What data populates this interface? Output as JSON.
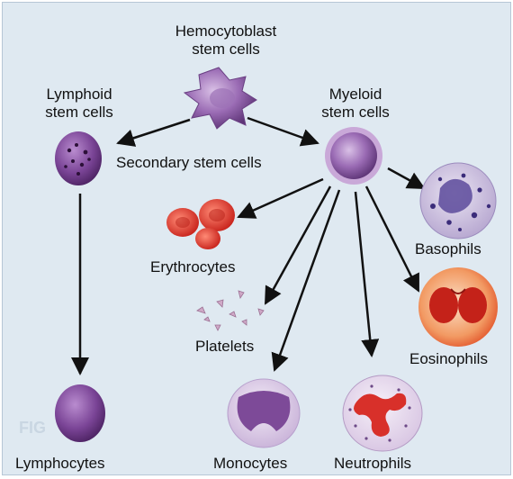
{
  "labels": {
    "hemocytoblast": "Hemocytoblast\nstem cells",
    "lymphoid": "Lymphoid\nstem cells",
    "myeloid": "Myeloid\nstem cells",
    "secondary": "Secondary stem cells",
    "erythrocytes": "Erythrocytes",
    "platelets": "Platelets",
    "basophils": "Basophils",
    "eosinophils": "Eosinophils",
    "lymphocytes": "Lymphocytes",
    "monocytes": "Monocytes",
    "neutrophils": "Neutrophils"
  },
  "colors": {
    "background": "#dfe9f1",
    "stem_cell": "#7f4e98",
    "stem_cell_light": "#c9a8d8",
    "erythrocyte": "#e33b2c",
    "eosinophil_granules": "#e86a3a",
    "arrow": "#111111"
  }
}
